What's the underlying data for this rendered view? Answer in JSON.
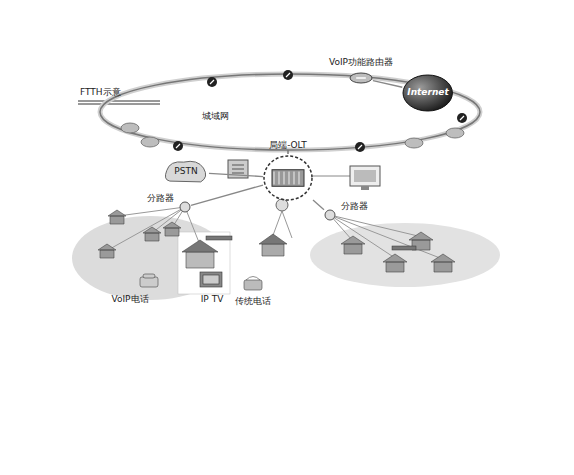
{
  "diagram": {
    "title": "FTTH示意",
    "nodes": [
      {
        "text": [
          "VoIP功能路由器"
        ]
      },
      {
        "text": [
          "Internet"
        ]
      },
      {
        "text": [
          "局端-OLT"
        ]
      },
      {
        "text": [
          "PSTN"
        ]
      },
      {
        "text": [
          "分路器"
        ]
      },
      {
        "text": [
          "分路器"
        ]
      }
    ],
    "edges": [
      {
        "from": 0,
        "to": 1,
        "arrow": "none"
      },
      {
        "from": 2,
        "to": 3,
        "arrow": "none"
      },
      {
        "from": 2,
        "to": 4,
        "arrow": "none"
      },
      {
        "from": 2,
        "to": 5,
        "arrow": "none"
      }
    ],
    "labels": [
      "城域网",
      "VoIP电话",
      "IP TV",
      "传统电话"
    ]
  }
}
